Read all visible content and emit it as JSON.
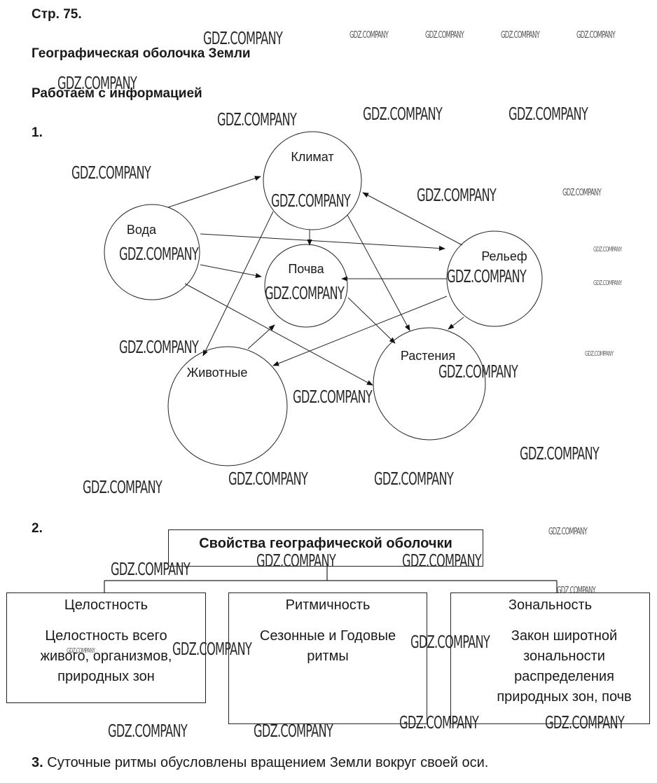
{
  "page": {
    "page_ref": "Стр. 75.",
    "topic_title": "Географическая оболочка Земли",
    "section_title": "Работаем с информацией"
  },
  "task1": {
    "number": "1.",
    "nodes": {
      "climate": "Климат",
      "water": "Вода",
      "soil": "Почва",
      "relief": "Рельеф",
      "animals": "Животные",
      "plants": "Растения"
    },
    "edges": [
      {
        "from": "water",
        "to": "climate"
      },
      {
        "from": "water",
        "to": "relief"
      },
      {
        "from": "water",
        "to": "soil"
      },
      {
        "from": "water",
        "to": "plants"
      },
      {
        "from": "climate",
        "to": "soil"
      },
      {
        "from": "climate",
        "to": "animals"
      },
      {
        "from": "climate",
        "to": "plants"
      },
      {
        "from": "relief",
        "to": "climate"
      },
      {
        "from": "relief",
        "to": "soil"
      },
      {
        "from": "relief",
        "to": "animals"
      },
      {
        "from": "relief",
        "to": "plants"
      },
      {
        "from": "soil",
        "to": "plants"
      },
      {
        "from": "animals",
        "to": "soil"
      }
    ]
  },
  "task2": {
    "number": "2.",
    "root": "Свойства географической оболочки",
    "children": [
      {
        "title": "Целостность",
        "body": [
          "Целостность всего",
          "живого, организмов,",
          "природных зон"
        ]
      },
      {
        "title": "Ритмичность",
        "body": [
          "Сезонные и Годовые",
          "ритмы"
        ]
      },
      {
        "title": "Зональность",
        "body": [
          "Закон широтной",
          "зональности",
          "распределения",
          "природных зон, почв"
        ]
      }
    ]
  },
  "task3": {
    "number": "3.",
    "text": " Суточные ритмы обусловлены вращением Земли вокруг своей оси."
  },
  "watermark": {
    "text": "GDZ.COMPANY"
  }
}
